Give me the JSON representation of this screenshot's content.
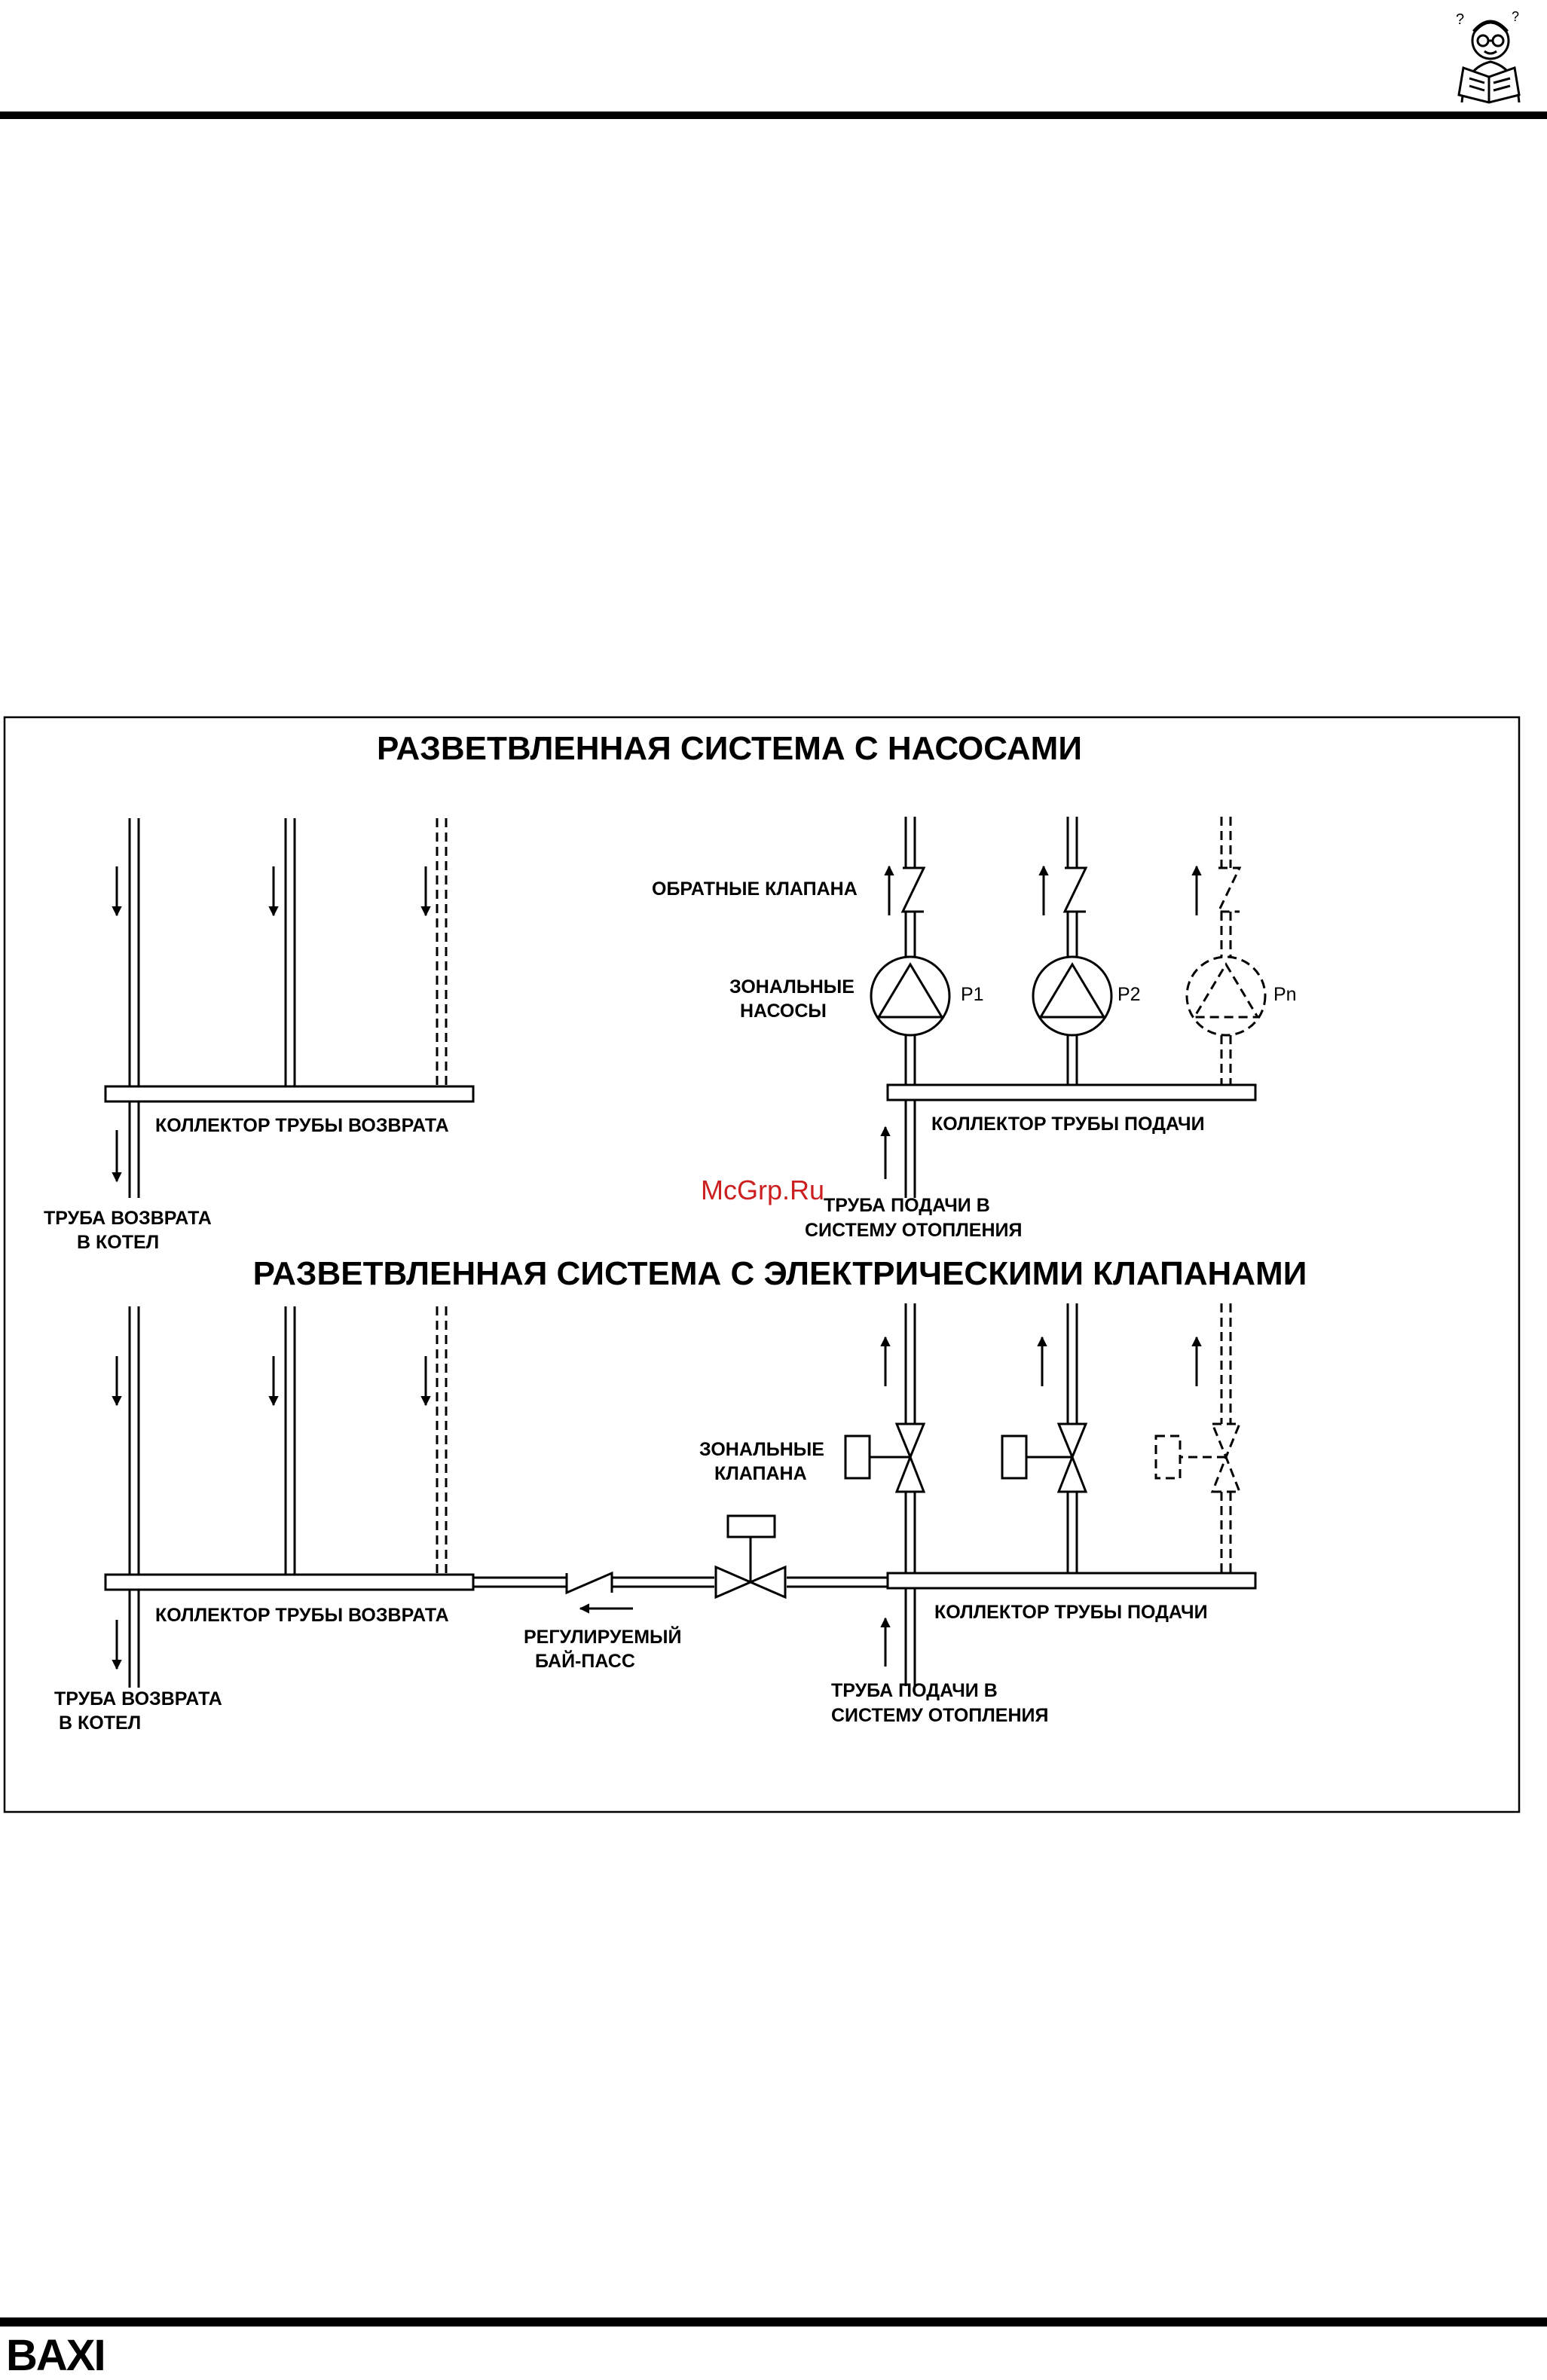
{
  "brand": {
    "logo_text": "BAXI"
  },
  "watermark": "McGrp.Ru",
  "colors": {
    "ink": "#000000",
    "paper": "#ffffff",
    "watermark": "#cc1f1f"
  },
  "icons": {
    "mascot": "reading-man-icon"
  },
  "pump_system": {
    "title": "РАЗВЕТВЛЕННАЯ СИСТЕМА С НАСОСАМИ",
    "check_valves_label": "ОБРАТНЫЕ КЛАПАНА",
    "zone_pumps_label": [
      "ЗОНАЛЬНЫЕ",
      "НАСОСЫ"
    ],
    "pumps": [
      "P1",
      "P2",
      "Pn"
    ],
    "return_collector_label": "КОЛЛЕКТОР ТРУБЫ ВОЗВРАТА",
    "supply_collector_label": "КОЛЛЕКТОР ТРУБЫ ПОДАЧИ",
    "return_pipe_label": [
      "ТРУБА ВОЗВРАТА",
      "В КОТЕЛ"
    ],
    "supply_pipe_label": [
      "ТРУБА ПОДАЧИ В",
      "СИСТЕМУ ОТОПЛЕНИЯ"
    ]
  },
  "valve_system": {
    "title": "РАЗВЕТВЛЕННАЯ СИСТЕМА С ЭЛЕКТРИЧЕСКИМИ КЛАПАНАМИ",
    "zone_valves_label": [
      "ЗОНАЛЬНЫЕ",
      "КЛАПАНА"
    ],
    "return_collector_label": "КОЛЛЕКТОР ТРУБЫ ВОЗВРАТА",
    "supply_collector_label": "КОЛЛЕКТОР ТРУБЫ ПОДАЧИ",
    "bypass_label": [
      "РЕГУЛИРУЕМЫЙ",
      "БАЙ-ПАСС"
    ],
    "return_pipe_label": [
      "ТРУБА ВОЗВРАТА",
      "В КОТЕЛ"
    ],
    "supply_pipe_label": [
      "ТРУБА ПОДАЧИ В",
      "СИСТЕМУ ОТОПЛЕНИЯ"
    ]
  }
}
